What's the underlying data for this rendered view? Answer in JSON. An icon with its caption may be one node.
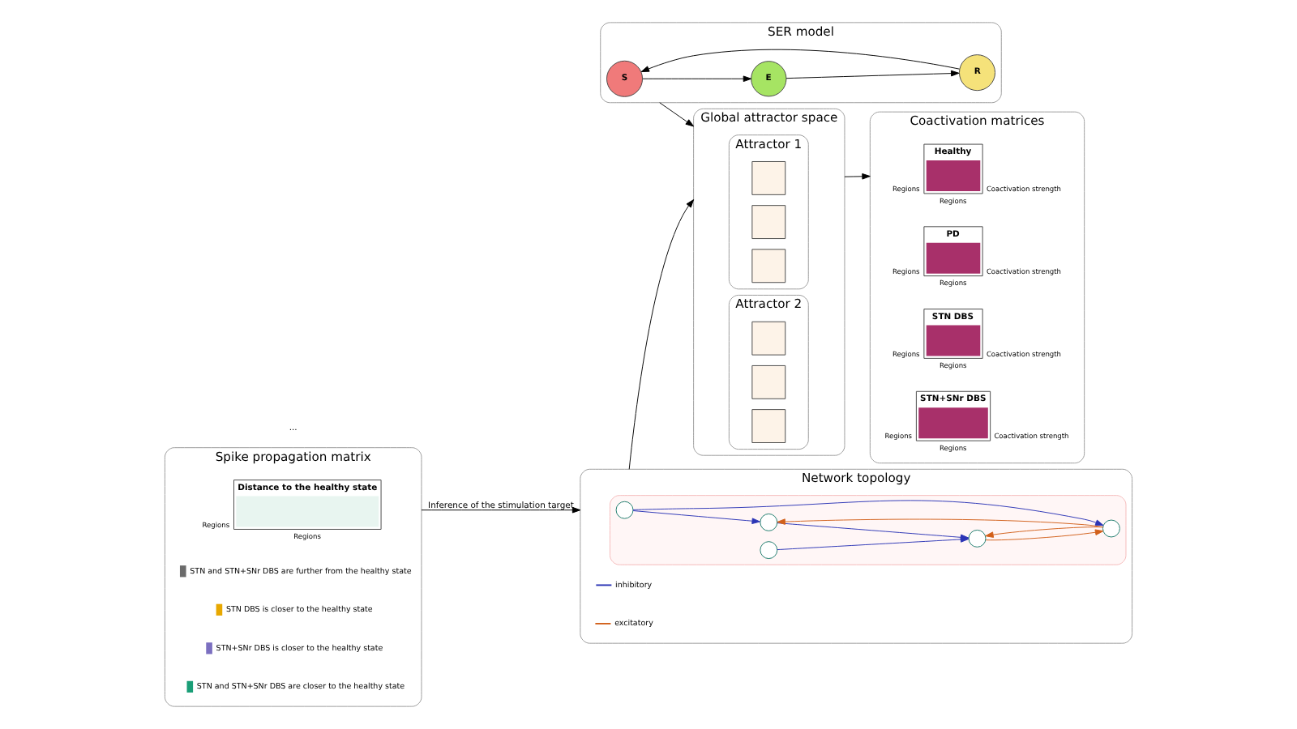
{
  "diagram": {
    "nodes": [
      {
        "text": [
          "Network topology"
        ]
      },
      {
        "text": [],
        "shape": "picture",
        "in": 0
      },
      {
        "text": [],
        "shape": "circle",
        "in": 1
      },
      {
        "text": [],
        "shape": "circle",
        "in": 1
      },
      {
        "text": [],
        "shape": "circle",
        "in": 1
      },
      {
        "text": [],
        "shape": "circle",
        "in": 1
      },
      {
        "text": [],
        "shape": "circle",
        "in": 1
      },
      {
        "text": [
          "SER model"
        ]
      },
      {
        "text": [
          "S"
        ],
        "in": 7
      },
      {
        "text": [
          "E"
        ],
        "in": 7
      },
      {
        "text": [
          "R"
        ],
        "in": 7
      },
      {
        "text": [
          "Global attractor space"
        ]
      },
      {
        "text": [
          "Attractor 1"
        ],
        "in": 11
      },
      {
        "text": [],
        "shape": "box",
        "in": 12
      },
      {
        "text": [],
        "shape": "box",
        "in": 12
      },
      {
        "text": [],
        "shape": "box",
        "in": 12
      },
      {
        "text": [
          "Attractor 2"
        ],
        "in": 11
      },
      {
        "text": [],
        "shape": "box",
        "in": 16
      },
      {
        "text": [],
        "shape": "box",
        "in": 16
      },
      {
        "text": [],
        "shape": "box",
        "in": 16
      },
      {
        "text": [
          "Coactivation matrices"
        ]
      },
      {
        "text": [
          "Healthy"
        ],
        "in": 20,
        "beside": [
          "Regions",
          "Regions",
          "Coactivation strength"
        ]
      },
      {
        "text": [
          "PD"
        ],
        "in": 20,
        "beside": [
          "Regions",
          "Regions",
          "Coactivation strength"
        ]
      },
      {
        "text": [
          "STN DBS"
        ],
        "in": 20,
        "beside": [
          "Regions",
          "Regions",
          "Coactivation strength"
        ]
      },
      {
        "text": [
          "STN+SNr DBS"
        ],
        "in": 20,
        "beside": [
          "Regions",
          "Regions",
          "Coactivation strength"
        ]
      },
      {
        "text": [
          "Spike propagation matrix"
        ]
      },
      {
        "text": [
          "Distance to the healthy state"
        ],
        "in": 25,
        "beside": [
          "Regions",
          "Regions"
        ]
      }
    ],
    "edges": [
      {
        "from": 0,
        "to": 11,
        "arrow": "to"
      },
      {
        "from": 7,
        "to": 11,
        "arrow": "to"
      },
      {
        "from": 11,
        "to": 20,
        "arrow": "to"
      },
      {
        "from": 25,
        "to": 0,
        "arrow": "to",
        "label": "Inference of the stimulation target"
      },
      {
        "from": 2,
        "to": 3,
        "arrow": "to",
        "color": "#2b35b5"
      },
      {
        "from": 2,
        "to": 5,
        "arrow": "to",
        "color": "#2b35b5"
      },
      {
        "from": 3,
        "to": 4,
        "arrow": "to",
        "color": "#2b35b5"
      },
      {
        "from": 5,
        "to": 3,
        "arrow": "to",
        "color": "#d2601a"
      },
      {
        "from": 5,
        "to": 4,
        "arrow": "to",
        "color": "#d2601a"
      },
      {
        "from": 6,
        "to": 4,
        "arrow": "to",
        "color": "#2b35b5"
      },
      {
        "from": 4,
        "to": 5,
        "arrow": "to",
        "color": "#d2601a"
      },
      {
        "from": 8,
        "to": 9,
        "arrow": "to"
      },
      {
        "from": 9,
        "to": 10,
        "arrow": "to"
      },
      {
        "from": 10,
        "to": 8,
        "arrow": "to"
      }
    ],
    "labels": [
      "..."
    ],
    "legend": [
      {
        "text": "inhibitory"
      },
      {
        "text": "excitatory"
      },
      {
        "text": "STN and STN+SNr DBS are further from the healthy state",
        "color": "#6b6b6b"
      },
      {
        "text": "STN DBS is closer to the healthy state",
        "color": "#e8a800"
      },
      {
        "text": "STN+SNr DBS is closer to the healthy state",
        "color": "#7b6fc0"
      },
      {
        "text": "STN and STN+SNr DBS are closer to the healthy state",
        "color": "#1a9e77"
      }
    ]
  }
}
